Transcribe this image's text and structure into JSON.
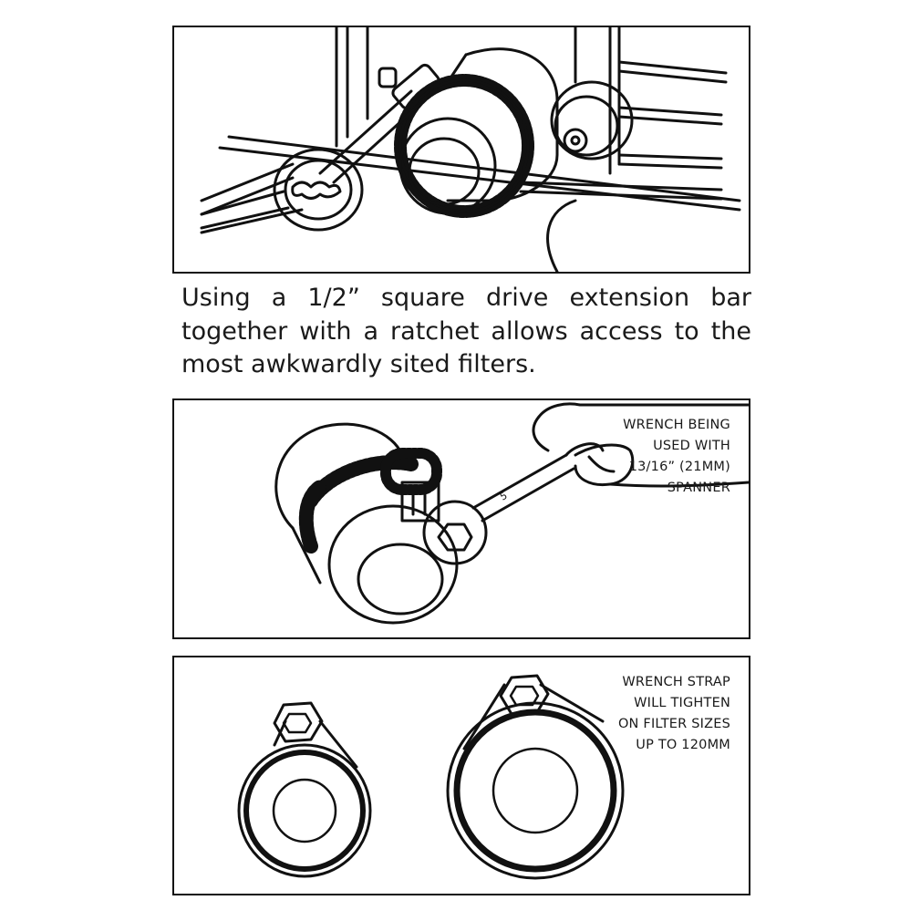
{
  "caption": {
    "lines": [
      "Using a 1/2” square drive extension bar",
      "together with a ratchet allows access to the",
      "most awkwardly sited filters."
    ]
  },
  "panel2": {
    "note_lines": [
      "WRENCH BEING",
      "USED WITH",
      "13/16” (21MM)",
      "SPANNER"
    ]
  },
  "panel3": {
    "note_lines": [
      "WRENCH STRAP",
      "WILL TIGHTEN",
      "ON FILTER SIZES",
      "UP TO 120MM"
    ]
  }
}
